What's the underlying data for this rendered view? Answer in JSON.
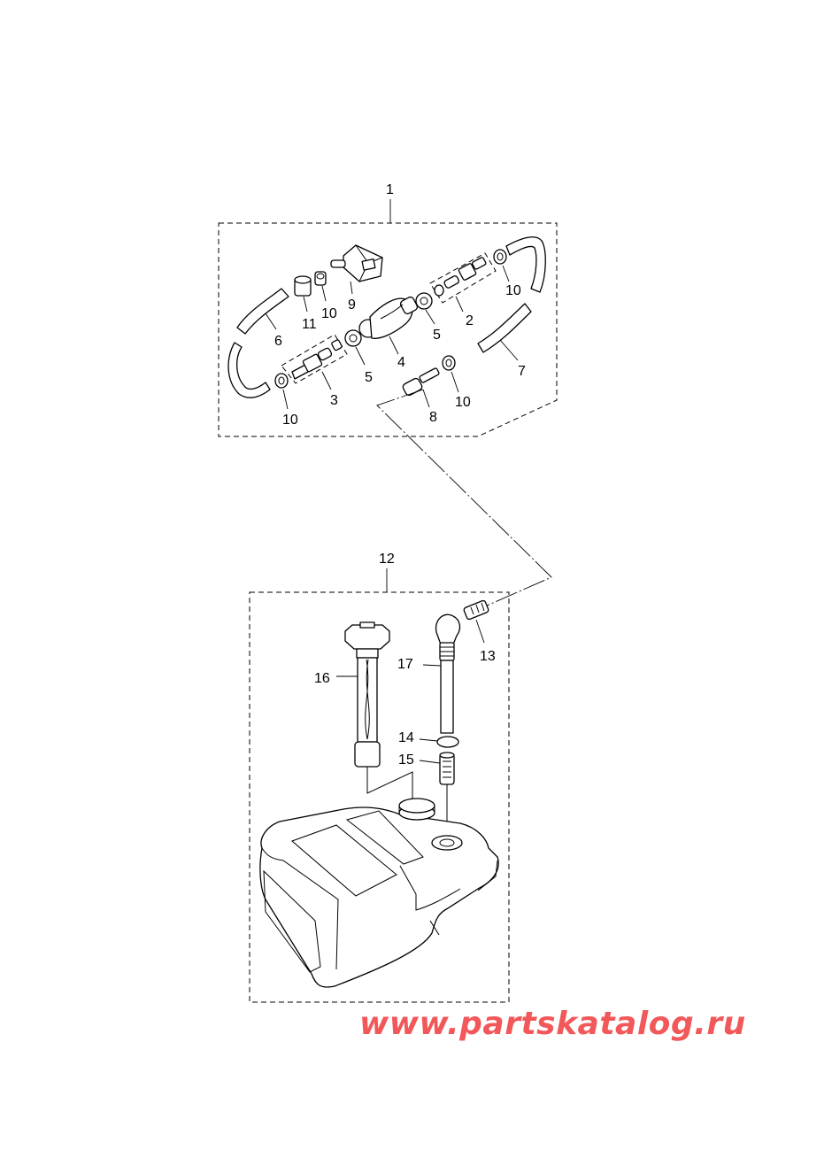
{
  "labels": {
    "p1": "1",
    "p2": "2",
    "p3": "3",
    "p4": "4",
    "p5a": "5",
    "p5b": "5",
    "p6": "6",
    "p7": "7",
    "p8": "8",
    "p9": "9",
    "p10a": "10",
    "p10b": "10",
    "p10c": "10",
    "p10d": "10",
    "p11": "11",
    "p12": "12",
    "p13": "13",
    "p14": "14",
    "p15": "15",
    "p16": "16",
    "p17": "17"
  },
  "watermark": "www.partskatalog.ru",
  "colors": {
    "line": "#000000",
    "watermark": "#f2585a",
    "background": "#ffffff"
  }
}
